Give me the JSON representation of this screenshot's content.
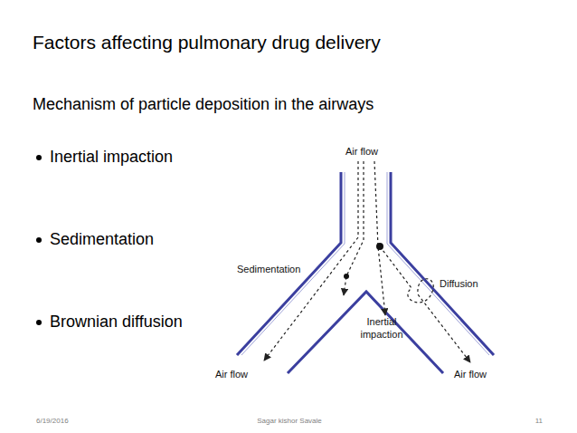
{
  "diagram": {
    "title": "Factors affecting pulmonary drug delivery",
    "labels": [
      "Mechanism of particle deposition in the airways",
      "Inertial impaction",
      "Sedimentation",
      "Brownian diffusion",
      "Air flow",
      "Sedimentation",
      "Diffusion",
      "Inertial impaction",
      "Air flow",
      "Air flow",
      "6/19/2016",
      "Sagar kishor Savale",
      "11"
    ]
  }
}
